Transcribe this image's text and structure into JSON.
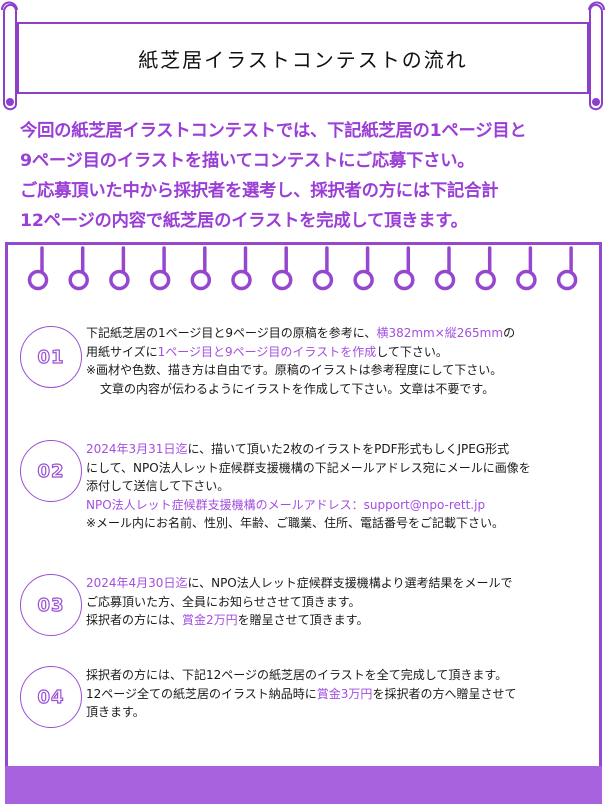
{
  "title": "紙芝居イラストコンテストの流れ",
  "intro_lines": [
    "今回の紙芝居イラストコンテストでは、下記紙芝居の1ページ目と",
    "9ページ目のイラストを描いてコンテストにご応募下さい。",
    "ご応募頂いた中から採択者を選考し、採択者の方には下記合計",
    "12ページの内容で紙芝居のイラストを完成して頂きます。"
  ],
  "steps": [
    {
      "number": "01",
      "l1a": "下記紙芝居の1ページ目と9ページ目の原稿を参考に、",
      "l1b": "横382mm×縦265mm",
      "l1c": "の",
      "l2a": "用紙サイズに",
      "l2b": "1ページ目と9ページ目のイラストを作成",
      "l2c": "して下さい。",
      "l3": "※画材や色数、描き方は自由です。原稿のイラストは参考程度にして下さい。",
      "l4": "文章の内容が伝わるようにイラストを作成して下さい。文章は不要です。"
    },
    {
      "number": "02",
      "l1a": "2024年3月31日迄",
      "l1b": "に、描いて頂いた2枚のイラストをPDF形式もしくJPEG形式",
      "l2": "にして、NPO法人レット症候群支援機構の下記メールアドレス宛にメールに画像を",
      "l3": "添付して送信して下さい。",
      "l4": "NPO法人レット症候群支援機構のメールアドレス：support@npo-rett.jp",
      "l5": "※メール内にお名前、性別、年齢、ご職業、住所、電話番号をご記載下さい。"
    },
    {
      "number": "03",
      "l1a": "2024年4月30日迄",
      "l1b": "に、NPO法人レット症候群支援機構より選考結果をメールで",
      "l2": "ご応募頂いた方、全員にお知らせさせて頂きます。",
      "l3a": "採択者の方には、",
      "l3b": "賞金2万円",
      "l3c": "を贈呈させて頂きます。"
    },
    {
      "number": "04",
      "l1": "採択者の方には、下記12ページの紙芝居のイラストを全て完成して頂きます。",
      "l2a": "12ページ全ての紙芝居のイラスト納品時に",
      "l2b": "賞金3万円",
      "l2c": "を採択者の方へ贈呈させて",
      "l3": "頂きます。"
    }
  ],
  "colors": {
    "accent": "#9a3ed6",
    "highlight": "#a34ee0",
    "band": "#a962dd",
    "text": "#1a1a1a"
  }
}
